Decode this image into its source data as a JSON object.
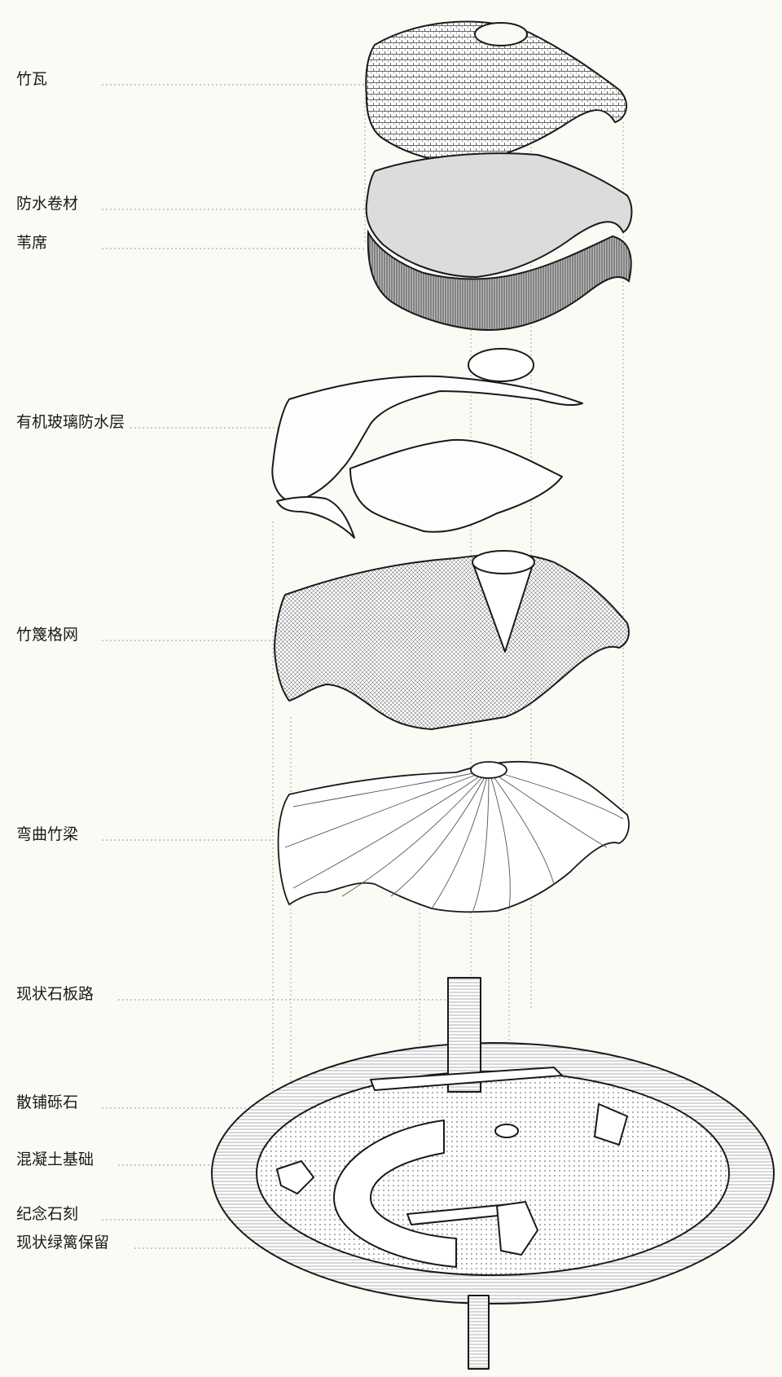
{
  "labels": [
    "竹瓦",
    "防水卷材",
    "苇席",
    "有机玻璃防水层",
    "竹篾格网",
    "弯曲竹梁",
    "现状石板路",
    "散铺砾石",
    "混凝土基础",
    "纪念石刻",
    "现状绿篱保留"
  ],
  "colors": {
    "background": "#fbfaf5",
    "line": "#1a1a1a",
    "leader": "#9a9a9a",
    "membrane_fill": "#dcdcdc",
    "reed_fill": "#8a8a8a"
  }
}
